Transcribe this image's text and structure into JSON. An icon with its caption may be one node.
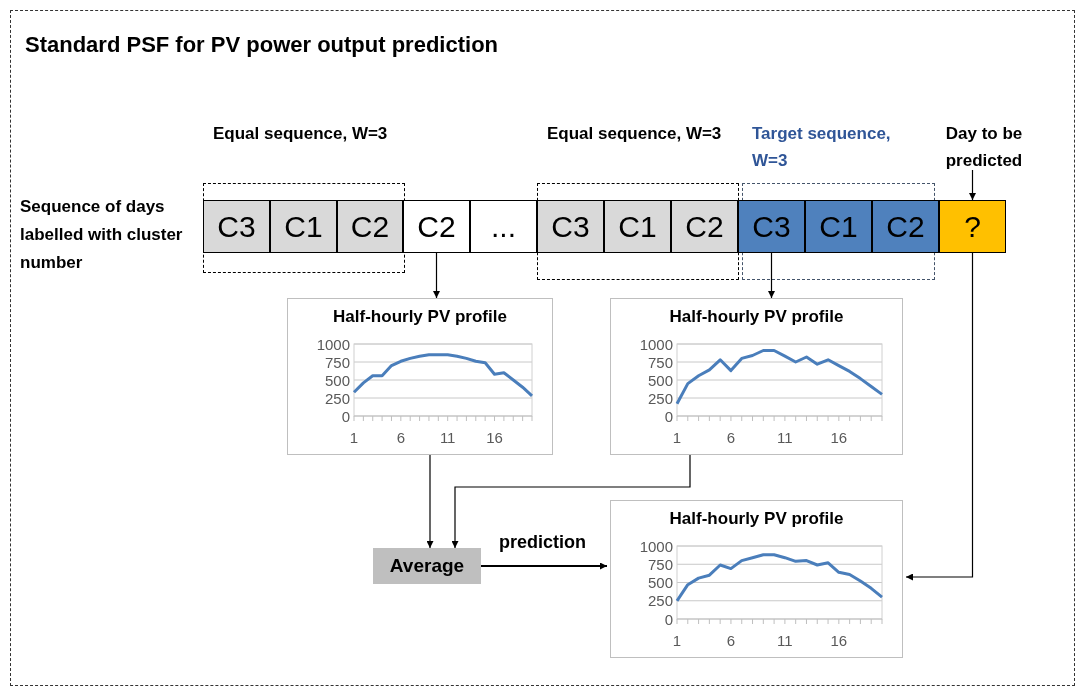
{
  "diagram": {
    "title": "Standard PSF for PV power output prediction",
    "nodes": [
      {
        "text": [
          "Equal sequence, W=3"
        ]
      },
      {
        "text": [
          "C3"
        ],
        "in": 0
      },
      {
        "text": [
          "C1"
        ],
        "in": 0
      },
      {
        "text": [
          "C2"
        ],
        "in": 0
      },
      {
        "text": [
          "C2"
        ]
      },
      {
        "text": [
          "..."
        ]
      },
      {
        "text": [
          "Equal sequence, W=3"
        ]
      },
      {
        "text": [
          "C3"
        ],
        "in": 6
      },
      {
        "text": [
          "C1"
        ],
        "in": 6
      },
      {
        "text": [
          "C2"
        ],
        "in": 6
      },
      {
        "text": [
          "Target sequence, W=3"
        ]
      },
      {
        "text": [
          "C3"
        ],
        "in": 10
      },
      {
        "text": [
          "C1"
        ],
        "in": 10
      },
      {
        "text": [
          "C2"
        ],
        "in": 10
      },
      {
        "text": [
          "Day to be predicted"
        ]
      },
      {
        "text": [
          "?"
        ]
      },
      {
        "text": [
          "Half-hourly PV profile"
        ]
      },
      {
        "text": [
          "Half-hourly PV profile"
        ]
      },
      {
        "text": [
          "Average"
        ]
      },
      {
        "text": [
          "Half-hourly PV profile"
        ]
      }
    ],
    "edges": [
      {
        "from": 4,
        "to": 16,
        "arrow": "to"
      },
      {
        "from": 11,
        "to": 17,
        "arrow": "to"
      },
      {
        "from": 14,
        "to": 15,
        "arrow": "to"
      },
      {
        "from": 15,
        "to": 19,
        "arrow": "to"
      },
      {
        "from": 16,
        "to": 18,
        "arrow": "to"
      },
      {
        "from": 17,
        "to": 18,
        "arrow": "to"
      },
      {
        "from": 18,
        "to": 19,
        "arrow": "to",
        "label": "prediction"
      }
    ],
    "labels": [
      "Sequence of days labelled with cluster number"
    ],
    "chart_data": [
      {
        "type": "line",
        "x": [
          1,
          2,
          3,
          4,
          5,
          6,
          7,
          8,
          9,
          10,
          11,
          12,
          13,
          14,
          15,
          16,
          17,
          18,
          19,
          20
        ],
        "xlim": [
          1,
          20
        ],
        "xticks": [
          1,
          6,
          11,
          16
        ],
        "ylim": [
          0,
          1000
        ],
        "yticks": [
          0,
          250,
          500,
          750,
          1000
        ],
        "grid": true,
        "series": [
          {
            "color": "#4a7ebb",
            "values": [
              330,
              460,
              560,
              560,
              700,
              760,
              800,
              830,
              850,
              850,
              850,
              830,
              800,
              760,
              740,
              580,
              600,
              500,
              400,
              280
            ]
          }
        ]
      },
      {
        "type": "line",
        "x": [
          1,
          2,
          3,
          4,
          5,
          6,
          7,
          8,
          9,
          10,
          11,
          12,
          13,
          14,
          15,
          16,
          17,
          18,
          19,
          20
        ],
        "xlim": [
          1,
          20
        ],
        "xticks": [
          1,
          6,
          11,
          16
        ],
        "ylim": [
          0,
          1000
        ],
        "yticks": [
          0,
          250,
          500,
          750,
          1000
        ],
        "grid": true,
        "series": [
          {
            "color": "#4a7ebb",
            "values": [
              170,
              450,
              560,
              640,
              780,
              630,
              800,
              840,
              910,
              910,
              830,
              750,
              820,
              720,
              780,
              700,
              620,
              520,
              410,
              300
            ]
          }
        ]
      },
      {
        "type": "line",
        "x": [
          1,
          2,
          3,
          4,
          5,
          6,
          7,
          8,
          9,
          10,
          11,
          12,
          13,
          14,
          15,
          16,
          17,
          18,
          19,
          20
        ],
        "xlim": [
          1,
          20
        ],
        "xticks": [
          1,
          6,
          11,
          16
        ],
        "ylim": [
          0,
          1000
        ],
        "yticks": [
          0,
          250,
          500,
          750,
          1000
        ],
        "grid": true,
        "series": [
          {
            "color": "#4a7ebb",
            "values": [
              250,
              470,
              560,
              600,
              740,
              690,
              800,
              840,
              880,
              880,
              840,
              790,
              800,
              740,
              770,
              640,
              610,
              520,
              420,
              300
            ]
          }
        ]
      }
    ]
  }
}
